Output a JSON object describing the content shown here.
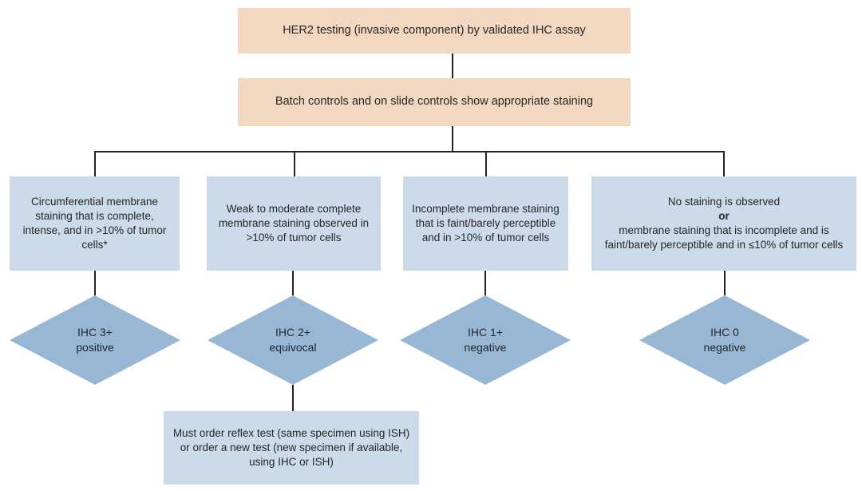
{
  "colors": {
    "top_box_fill": "#f2d7c1",
    "criteria_box_fill": "#ccdbe9",
    "diamond_fill": "#97b7d5",
    "connector_line": "#222222",
    "text": "#262626"
  },
  "flowchart": {
    "top_boxes": [
      {
        "text": "HER2 testing (invasive component) by validated IHC assay"
      },
      {
        "text": "Batch controls and on slide controls show appropriate staining"
      }
    ],
    "criteria_boxes": [
      {
        "text": "Circumferential membrane staining that is complete, intense, and in >10% of tumor cells*"
      },
      {
        "text": "Weak to moderate complete membrane staining observed in >10% of tumor cells"
      },
      {
        "text": "Incomplete membrane staining that is faint/barely perceptible and in >10% of tumor cells"
      },
      {
        "line1": "No staining is observed",
        "or_label": "or",
        "line2": "membrane staining that is incomplete and is faint/barely perceptible and in ≤10% of tumor cells"
      }
    ],
    "results": [
      {
        "line1": "IHC 3+",
        "line2": "positive"
      },
      {
        "line1": "IHC 2+",
        "line2": "equivocal"
      },
      {
        "line1": "IHC 1+",
        "line2": "negative"
      },
      {
        "line1": "IHC 0",
        "line2": "negative"
      }
    ],
    "reflex_box": {
      "text": "Must order reflex test (same specimen using ISH) or order a new test (new specimen if available, using IHC or ISH)"
    }
  }
}
